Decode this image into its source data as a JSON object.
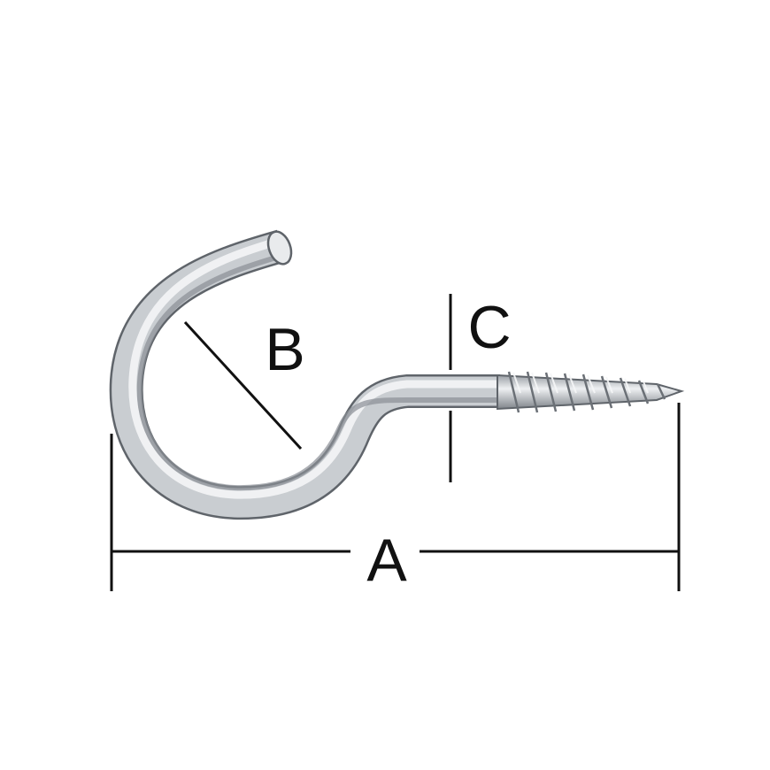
{
  "diagram": {
    "subject": "screw-hook",
    "colors": {
      "background": "#ffffff",
      "dimension_line": "#111111",
      "metal_light": "#f4f5f6",
      "metal_mid": "#c9cdd1",
      "metal_dark": "#7d8288",
      "metal_outline": "#5f646a"
    },
    "dimensions": {
      "a": {
        "label": "A"
      },
      "b": {
        "label": "B"
      },
      "c": {
        "label": "C"
      }
    }
  }
}
